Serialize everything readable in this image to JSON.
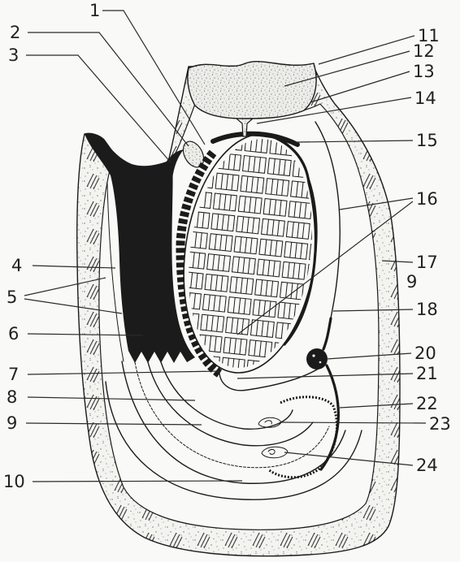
{
  "labels": {
    "left": [
      "1",
      "2",
      "3",
      "4",
      "5",
      "6",
      "7",
      "8",
      "9",
      "10"
    ],
    "right": [
      "11",
      "12",
      "13",
      "14",
      "15",
      "16",
      "17",
      "9",
      "18",
      "20",
      "21",
      "22",
      "23",
      "24"
    ]
  },
  "colors": {
    "ink": "#1b1b1b",
    "paper": "#f9f9f7"
  }
}
